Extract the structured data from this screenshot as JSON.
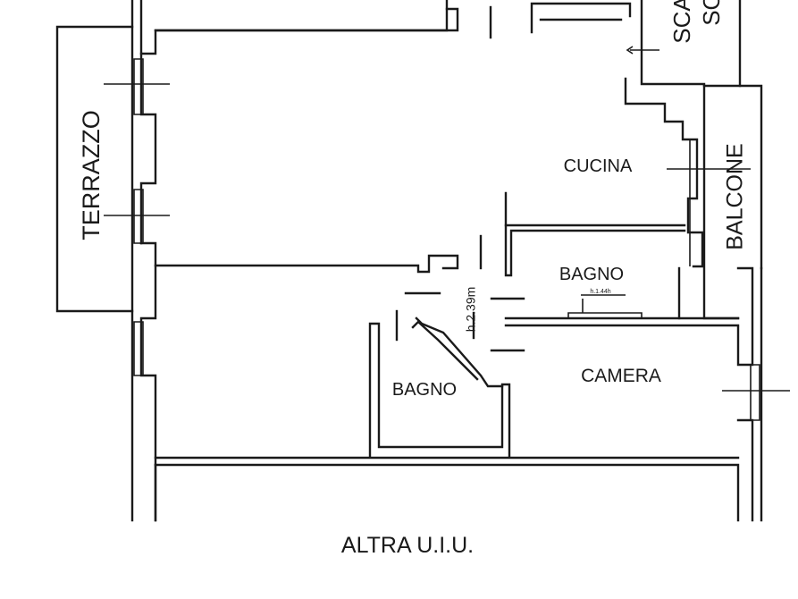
{
  "rooms": {
    "terrazzo": "TERRAZZO",
    "scala_line1": "SCA",
    "scala_line2": "SO",
    "cucina": "CUCINA",
    "balcone": "BALCONE",
    "bagno_upper": "BAGNO",
    "bagno_lower": "BAGNO",
    "camera": "CAMERA"
  },
  "annotations": {
    "height": "h.2.39m",
    "small_height": "h.1.44h"
  },
  "footer": {
    "label": "ALTRA U.I.U."
  }
}
